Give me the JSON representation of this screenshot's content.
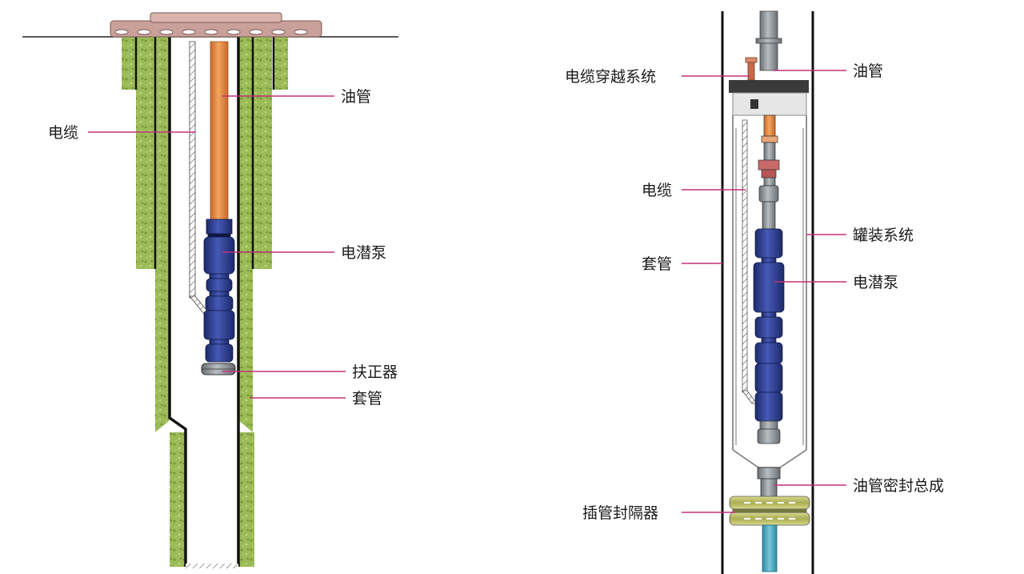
{
  "left_diagram": {
    "labels": {
      "cable": "电缆",
      "tubing": "油管",
      "esp": "电潜泵",
      "centralizer": "扶正器",
      "casing": "套管"
    }
  },
  "right_diagram": {
    "labels": {
      "cable_penetrator": "电缆穿越系统",
      "tubing": "油管",
      "cable": "电缆",
      "canned_system": "罐装系统",
      "casing": "套管",
      "esp": "电潜泵",
      "tubing_seal_assembly": "油管密封总成",
      "stinger_packer": "插管封隔器"
    }
  },
  "colors": {
    "formation": "#8fb34a",
    "leader": "#c2307a",
    "tubing": "#e8893a",
    "pump": "#2b3f8f",
    "wellhead": "#c9a09a"
  }
}
